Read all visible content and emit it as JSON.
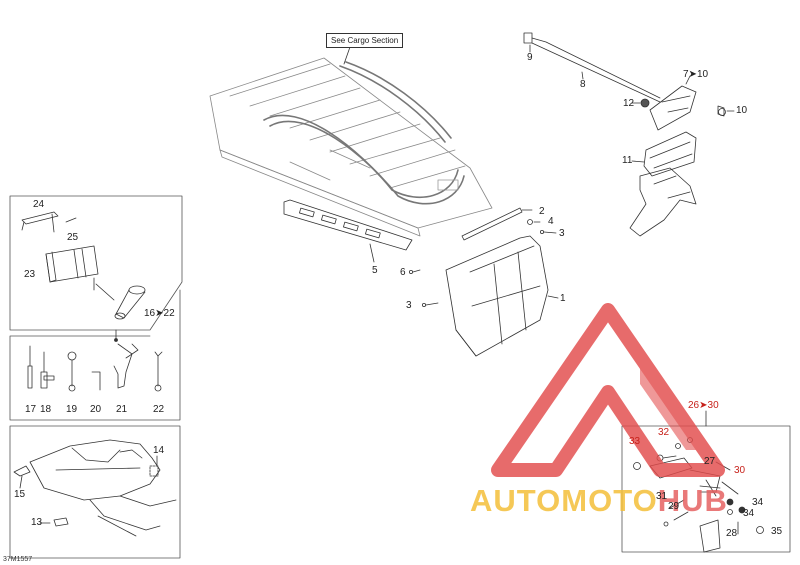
{
  "diagram": {
    "note": "See Cargo Section",
    "document_code": "37M1557",
    "callouts": {
      "c1": "1",
      "c2": "2",
      "c3a": "3",
      "c3b": "3",
      "c4": "4",
      "c5": "5",
      "c6": "6",
      "c7": "7➤10",
      "c8": "8",
      "c9": "9",
      "c10": "10",
      "c11": "11",
      "c12": "12",
      "c13": "13",
      "c14": "14",
      "c15": "15",
      "c16": "16➤22",
      "c17": "17",
      "c18": "18",
      "c19": "19",
      "c20": "20",
      "c21": "21",
      "c22": "22",
      "c23": "23",
      "c24": "24",
      "c25": "25",
      "c26": "26➤30",
      "c27": "27",
      "c28": "28",
      "c29": "29",
      "c30": "30",
      "c31": "31",
      "c32": "32",
      "c33": "33",
      "c34a": "34",
      "c34b": "34",
      "c35": "35"
    }
  },
  "watermark": {
    "brand_part1": "AUTOMOTO",
    "brand_part2": "HUB",
    "color_red": "#e24b4b",
    "color_yellow": "#f3be38"
  }
}
